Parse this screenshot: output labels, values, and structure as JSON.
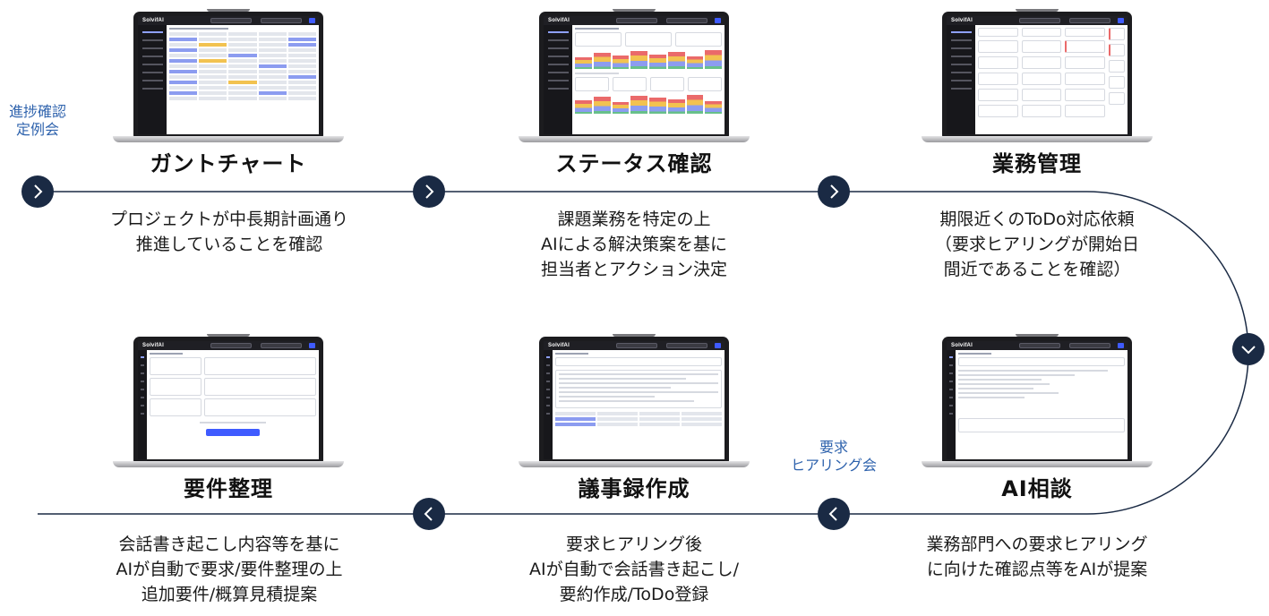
{
  "colors": {
    "line": "#1a2a44",
    "node": "#1a2a44",
    "node_icon": "#ffffff",
    "label": "#2f63ad",
    "accent": "#3f5bff"
  },
  "app": {
    "logo": "SolvifAI"
  },
  "labels": {
    "meeting_top": [
      "進捗確認",
      "定例会"
    ],
    "meeting_mid": [
      "要求",
      "ヒアリング会"
    ]
  },
  "steps": [
    {
      "id": "gantt",
      "title": "ガントチャート",
      "description": [
        "プロジェクトが中長期計画通り",
        "推進していることを確認"
      ]
    },
    {
      "id": "status",
      "title": "ステータス確認",
      "description": [
        "課題業務を特定の上",
        "AIによる解決策案を基に",
        "担当者とアクション決定"
      ]
    },
    {
      "id": "tasks",
      "title": "業務管理",
      "description": [
        "期限近くのToDo対応依頼",
        "（要求ヒアリングが開始日",
        "間近であることを確認）"
      ]
    },
    {
      "id": "ai",
      "title": "AI相談",
      "description": [
        "業務部門への要求ヒアリング",
        "に向けた確認点等をAIが提案"
      ]
    },
    {
      "id": "minutes",
      "title": "議事録作成",
      "description": [
        "要求ヒアリング後",
        "AIが自動で会話書き起こし/",
        "要約作成/ToDo登録"
      ]
    },
    {
      "id": "req",
      "title": "要件整理",
      "description": [
        "会話書き起こし内容等を基に",
        "AIが自動で要求/要件整理の上",
        "追加要件/概算見積提案"
      ]
    }
  ],
  "nodes": [
    {
      "id": "node-1",
      "icon": "chevron-right-icon"
    },
    {
      "id": "node-2",
      "icon": "chevron-right-icon"
    },
    {
      "id": "node-3",
      "icon": "chevron-right-icon"
    },
    {
      "id": "node-4",
      "icon": "chevron-down-icon"
    },
    {
      "id": "node-5",
      "icon": "chevron-left-icon"
    },
    {
      "id": "node-6",
      "icon": "chevron-left-icon"
    }
  ]
}
